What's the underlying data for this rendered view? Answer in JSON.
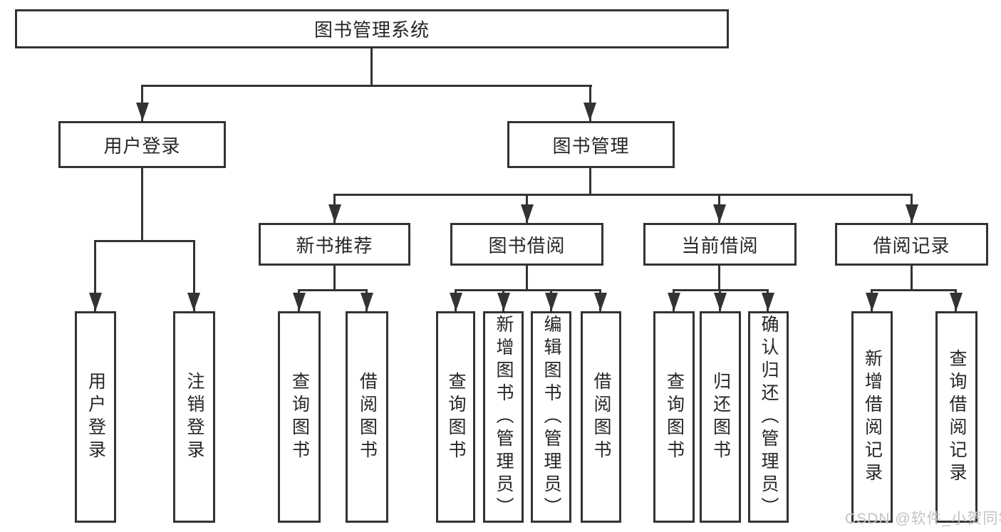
{
  "diagram": {
    "root_label": "图书管理系统",
    "level2": {
      "user_login": "用户登录",
      "book_mgmt": "图书管理"
    },
    "level3": {
      "new_books": "新书推荐",
      "book_borrow": "图书借阅",
      "current_borrow": "当前借阅",
      "borrow_records": "借阅记录"
    },
    "leaves": {
      "user_login": [
        "用户登录",
        "注销登录"
      ],
      "new_books": [
        "查询图书",
        "借阅图书"
      ],
      "book_borrow": [
        "查询图书",
        "新增图书（管理员）",
        "编辑图书（管理员）",
        "借阅图书"
      ],
      "current_borrow": [
        "查询图书",
        "归还图书",
        "确认归还（管理员）"
      ],
      "borrow_records": [
        "新增借阅记录",
        "查询借阅记录"
      ]
    }
  },
  "watermark": "CSDN @软件_小贺同学",
  "colors": {
    "line": "#333333",
    "text": "#262626",
    "watermark": "#c3c3c3",
    "background": "#ffffff"
  }
}
